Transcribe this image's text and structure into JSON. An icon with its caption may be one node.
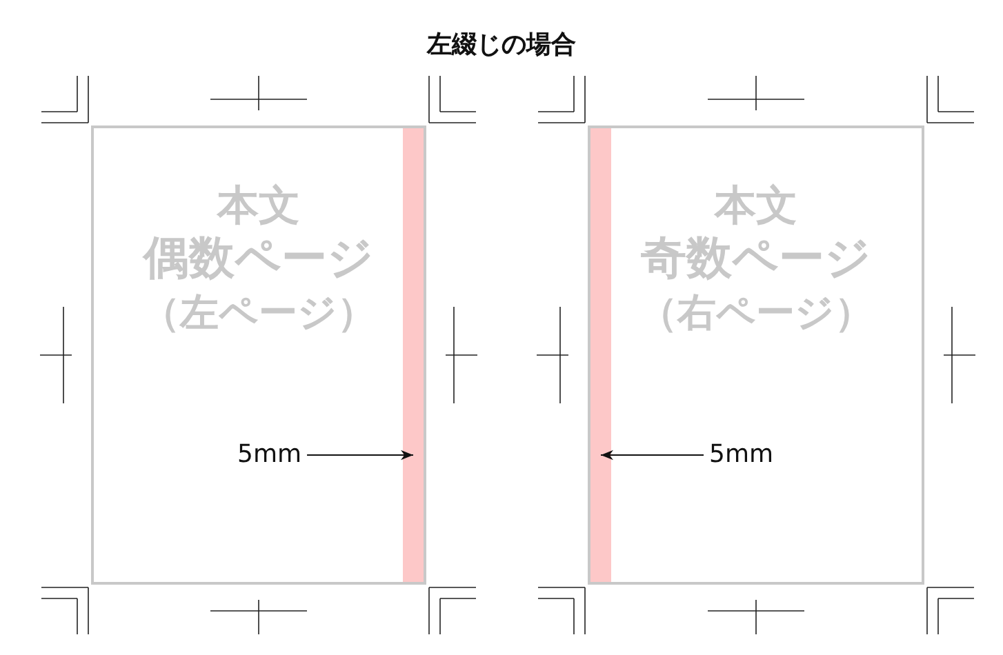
{
  "diagram": {
    "title": "左綴じの場合",
    "nodes": [
      {
        "text": [
          "本文",
          "偶数ページ",
          "（左ページ）"
        ]
      },
      {
        "text": [],
        "shape": "bar",
        "in": 0
      },
      {
        "text": [
          "5mm"
        ],
        "in": 0
      },
      {
        "text": [
          "本文",
          "奇数ページ",
          "（右ページ）"
        ]
      },
      {
        "text": [],
        "shape": "bar",
        "in": 3
      },
      {
        "text": [
          "5mm"
        ],
        "in": 3
      }
    ],
    "edges": [
      {
        "from": 2,
        "to": 1,
        "arrow": "to"
      },
      {
        "from": 5,
        "to": 4,
        "arrow": "to"
      }
    ]
  }
}
